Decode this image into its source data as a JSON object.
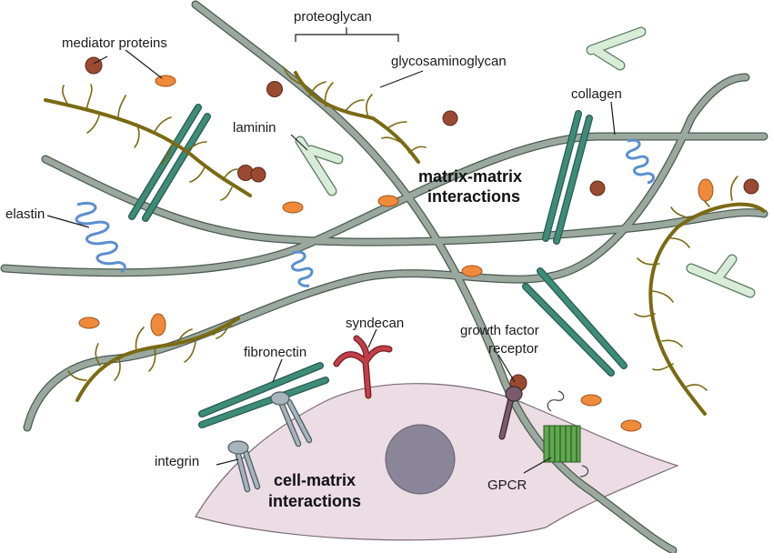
{
  "labels": {
    "mediator_proteins": "mediator proteins",
    "proteoglycan": "proteoglycan",
    "glycosaminoglycan": "glycosaminoglycan",
    "laminin": "laminin",
    "collagen": "collagen",
    "elastin": "elastin",
    "syndecan": "syndecan",
    "fibronectin": "fibronectin",
    "growth_factor_line1": "growth factor",
    "growth_factor_line2": "receptor",
    "integrin": "integrin",
    "gpcr": "GPCR"
  },
  "headings": {
    "matrix_line1": "matrix-matrix",
    "matrix_line2": "interactions",
    "cell_line1": "cell-matrix",
    "cell_line2": "interactions"
  },
  "colors": {
    "fiber": "#9aa89e",
    "fiber_outline": "#4a5a50",
    "collagen_bundle": "#3d8c7a",
    "proteoglycan": "#7a6a12",
    "elastin": "#5b8fd0",
    "mediator_brown": "#9a4a32",
    "mediator_orange": "#ef8a3a",
    "laminin": "#d8ecd8",
    "cell": "#ecdce4",
    "nucleus": "#8a8598",
    "gpcr": "#5fa84f",
    "syndecan": "#c0404a",
    "integrin": "#a8b4bc"
  }
}
